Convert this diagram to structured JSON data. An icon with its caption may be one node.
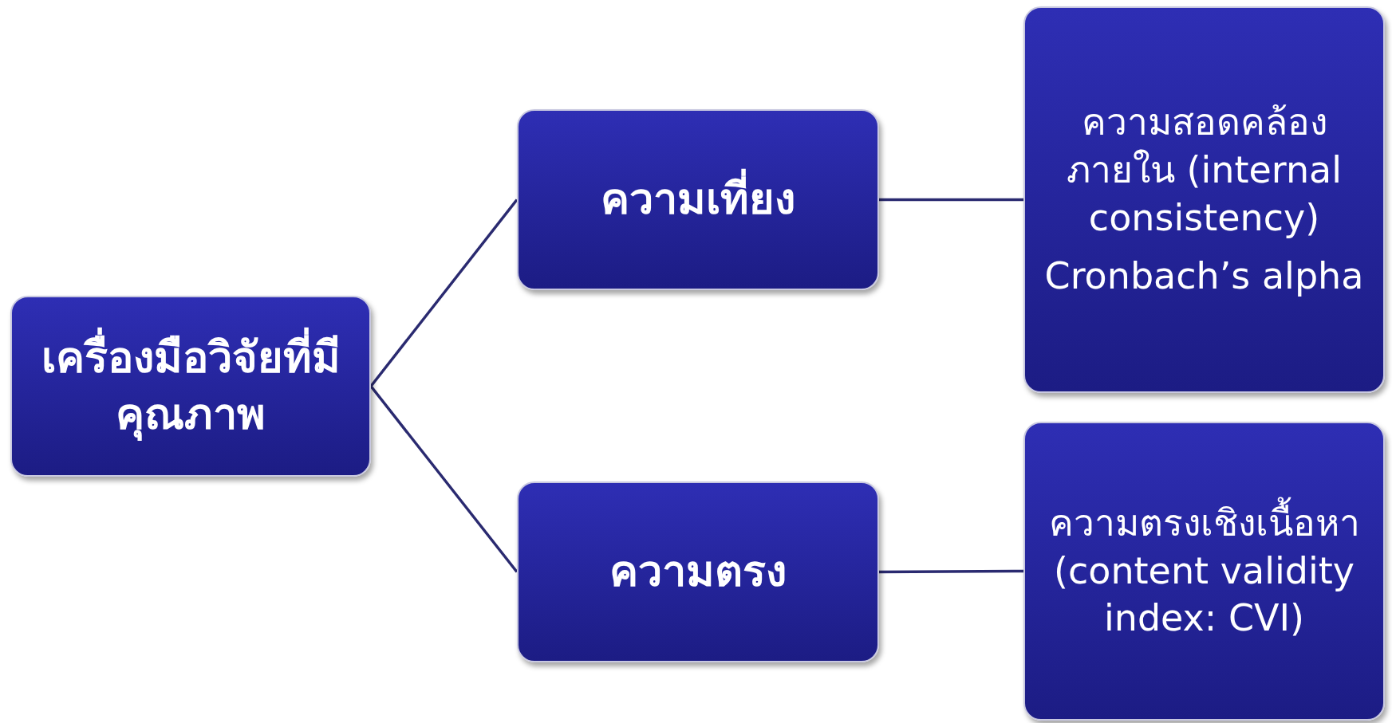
{
  "diagram": {
    "nodes": [
      {
        "text": [
          "เครื่องมือวิจัยที่มีคุณภาพ"
        ]
      },
      {
        "text": [
          "ความเที่ยง"
        ]
      },
      {
        "text": [
          "ความตรง"
        ]
      },
      {
        "text": [
          "ความสอดคล้องภายใน (internal consistency)",
          "Cronbach’s alpha"
        ]
      },
      {
        "text": [
          "ความตรงเชิงเนื้อหา (content validity index: CVI)"
        ]
      }
    ],
    "edges": [
      {
        "from": 0,
        "to": 1,
        "arrow": "none"
      },
      {
        "from": 0,
        "to": 2,
        "arrow": "none"
      },
      {
        "from": 1,
        "to": 3,
        "arrow": "none"
      },
      {
        "from": 2,
        "to": 4,
        "arrow": "none"
      }
    ]
  }
}
